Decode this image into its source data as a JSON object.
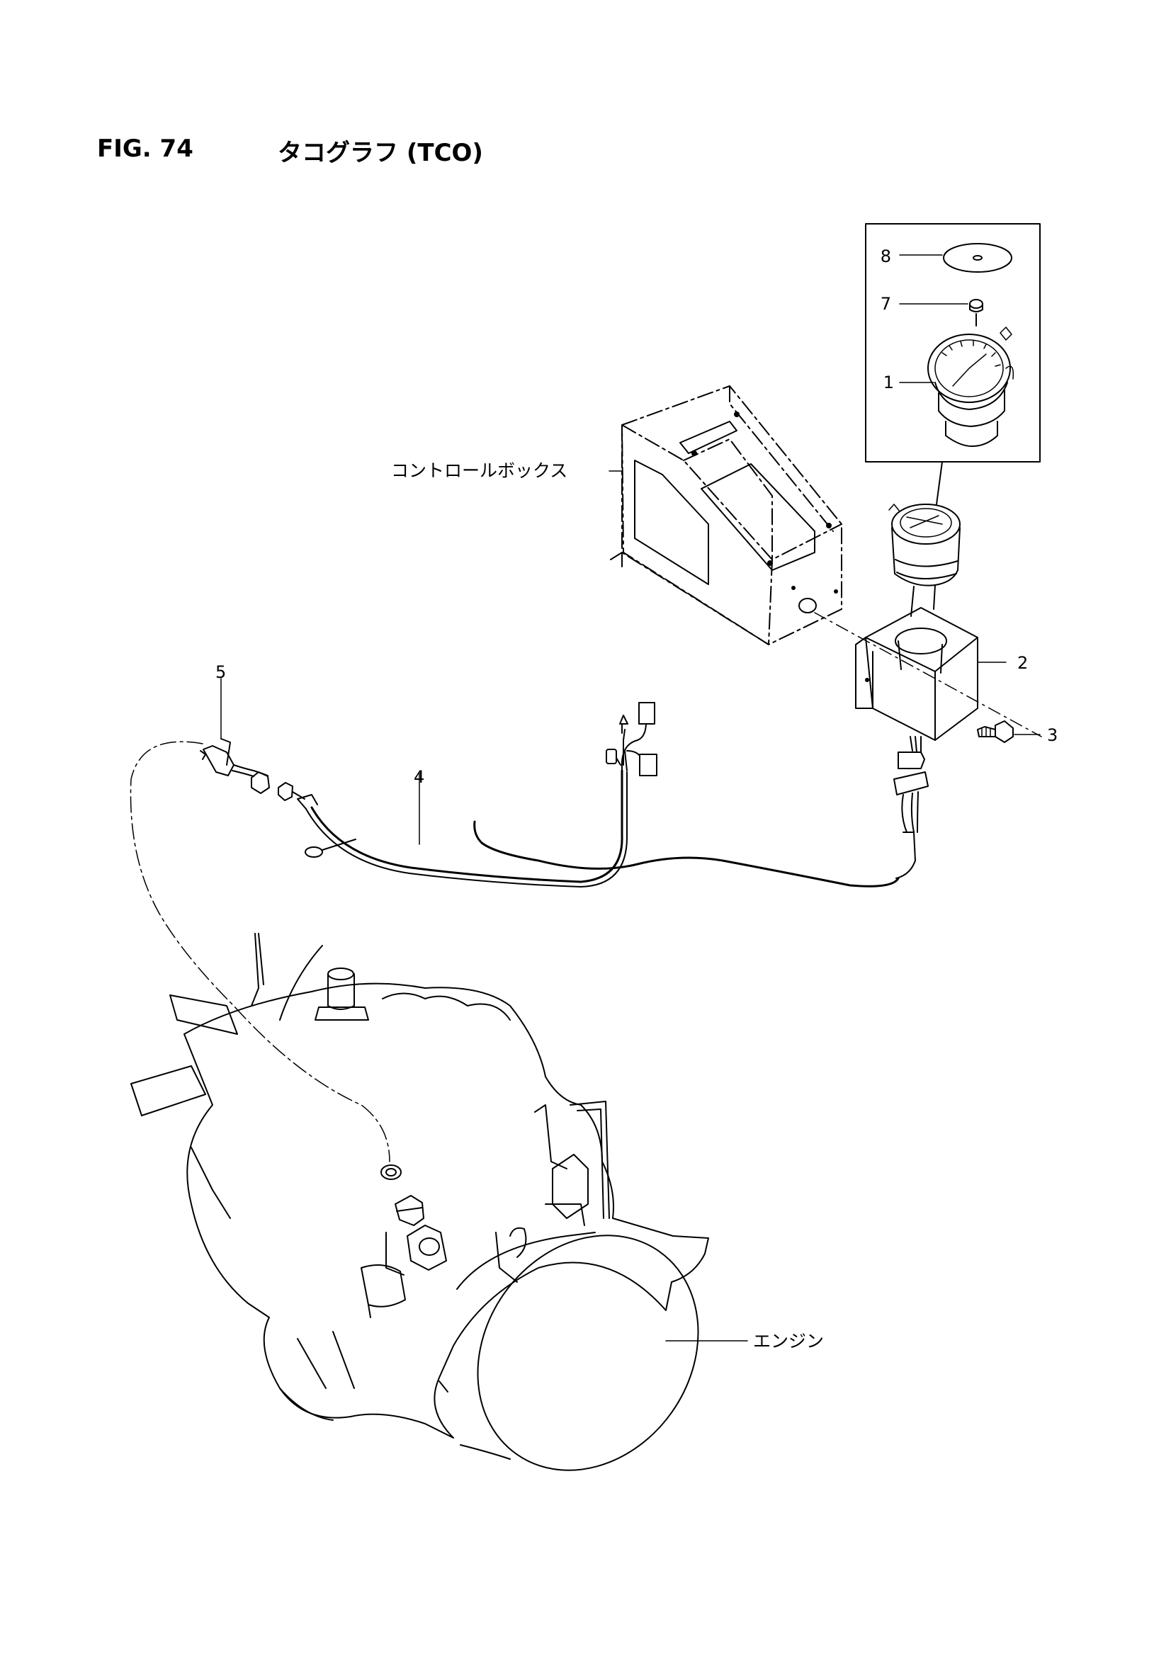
{
  "figure": {
    "number": "FIG. 74",
    "title": "タコグラフ (TCO)"
  },
  "labels": {
    "control_box": "コントロールボックス",
    "engine": "エンジン"
  },
  "callouts": [
    {
      "id": "1",
      "text": "1"
    },
    {
      "id": "2",
      "text": "2"
    },
    {
      "id": "3",
      "text": "3"
    },
    {
      "id": "4",
      "text": "4"
    },
    {
      "id": "5",
      "text": "5"
    },
    {
      "id": "7",
      "text": "7"
    },
    {
      "id": "8",
      "text": "8"
    }
  ]
}
